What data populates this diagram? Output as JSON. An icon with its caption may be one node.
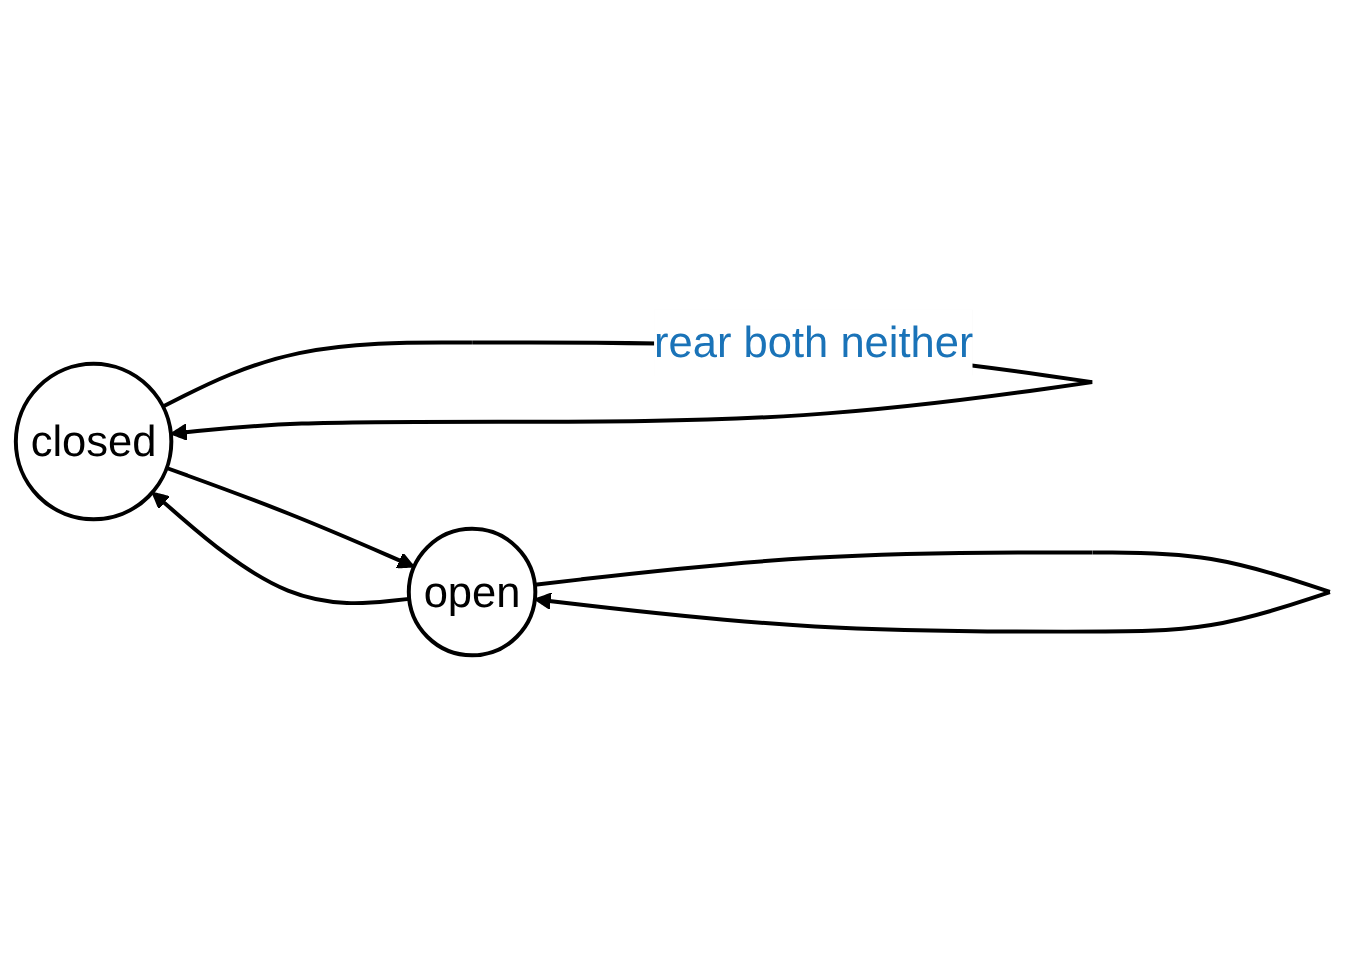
{
  "diagram": {
    "nodes": [
      {
        "text": [
          "closed"
        ]
      },
      {
        "text": [
          "open"
        ]
      }
    ],
    "edges": [
      {
        "from": 0,
        "to": 0,
        "arrow": "to",
        "label": "rear both neither"
      },
      {
        "from": 1,
        "to": 1,
        "arrow": "to"
      },
      {
        "from": 0,
        "to": 1,
        "arrow": "to"
      },
      {
        "from": 1,
        "to": 0,
        "arrow": "to"
      }
    ]
  }
}
